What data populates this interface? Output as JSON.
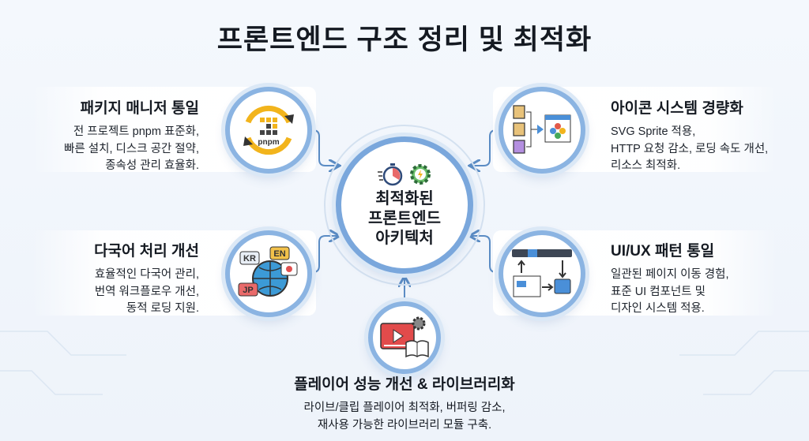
{
  "title": "프론트엔드 구조 정리 및 최적화",
  "center": {
    "lines": [
      "최적화된",
      "프론트엔드",
      "아키텍처"
    ],
    "icons": [
      "stopwatch-icon",
      "gear-lightning-icon"
    ]
  },
  "items": [
    {
      "title": "패키지 매니저 통일",
      "lines": [
        "전 프로젝트 pnpm 표준화,",
        "빠른 설치, 디스크 공간 절약,",
        "종속성 관리 효율화."
      ],
      "icon": "pnpm-icon",
      "icon_label": "pnpm"
    },
    {
      "title": "다국어 처리 개선",
      "lines": [
        "효율적인 다국어 관리,",
        "번역 워크플로우 개선,",
        "동적 로딩 지원."
      ],
      "icon": "globe-language-icon",
      "tags": [
        "KR",
        "EN",
        "JP"
      ]
    },
    {
      "title": "아이콘 시스템 경량화",
      "lines": [
        "SVG Sprite 적용,",
        "HTTP 요청 감소, 로딩 속도 개선,",
        "리소스 최적화."
      ],
      "icon": "svg-sprite-icon"
    },
    {
      "title": "UI/UX 패턴 통일",
      "lines": [
        "일관된 페이지 이동 경험,",
        "표준 UI 컴포넌트 및",
        "디자인 시스템 적용."
      ],
      "icon": "ui-pattern-icon"
    },
    {
      "title": "플레이어 성능 개선 & 라이브러리화",
      "lines": [
        "라이브/클립 플레이어 최적화, 버퍼링 감소,",
        "재사용 가능한 라이브러리 모듈 구축."
      ],
      "icon": "video-player-library-icon"
    }
  ],
  "colors": {
    "ring": "#7aa7dc",
    "connector": "#5b8cc4",
    "pnpm_yellow": "#f2b41c"
  }
}
